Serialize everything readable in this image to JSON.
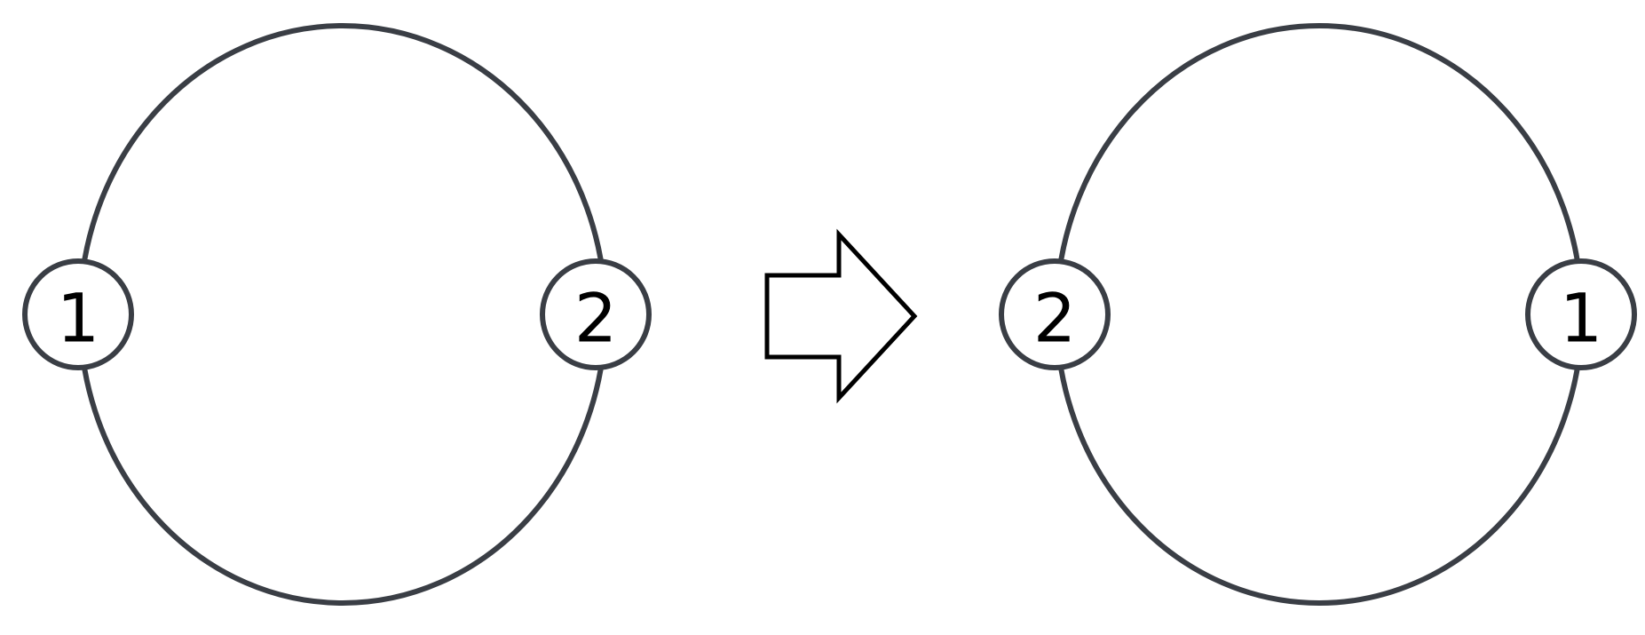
{
  "colors": {
    "stroke": "#3a3e45",
    "arrow_stroke": "#000000",
    "label": "#000000",
    "background": "#ffffff"
  },
  "before": {
    "left_node": "1",
    "right_node": "2"
  },
  "after": {
    "left_node": "2",
    "right_node": "1"
  },
  "arrow_icon": "right-arrow-icon"
}
